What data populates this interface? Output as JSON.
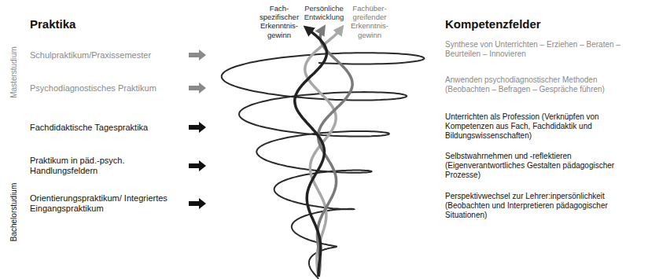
{
  "diagram": {
    "labels": [
      "Praktika",
      "Kompetenzfelder",
      "Fach-spezifischer Erkenntnis-gewinn",
      "Persönliche Entwicklung",
      "Fachüber-greifender Erkenntnis-gewinn",
      "Masterstudium",
      "Bachelorstudium",
      "Schulpraktikum/Praxissemester",
      "Psychodiagnostisches Praktikum",
      "Fachdidaktische Tagespraktika",
      "Praktikum in päd.-psych. Handlungsfeldern",
      "Orientierungspraktikum/ Integriertes Eingangspraktikum",
      "Synthese von Unterrichten – Erziehen – Beraten – Beurteilen – Innovieren",
      "Anwenden psychodiagnostischer Methoden (Beobachten – Befragen – Gespräche führen)",
      "Unterrichten als Profession (Verknüpfen von Kompetenzen aus Fach, Fachdidaktik und Bildungswissenschaften)",
      "Selbstwahrnehmen und -reflektieren (Eigenverantwortliches Gestalten pädagogischer Prozesse)",
      "Perspektivwechsel zur Lehrer:inpersönlichkeit (Beobachten und Interpretieren pädagogischer Situationen)"
    ]
  }
}
